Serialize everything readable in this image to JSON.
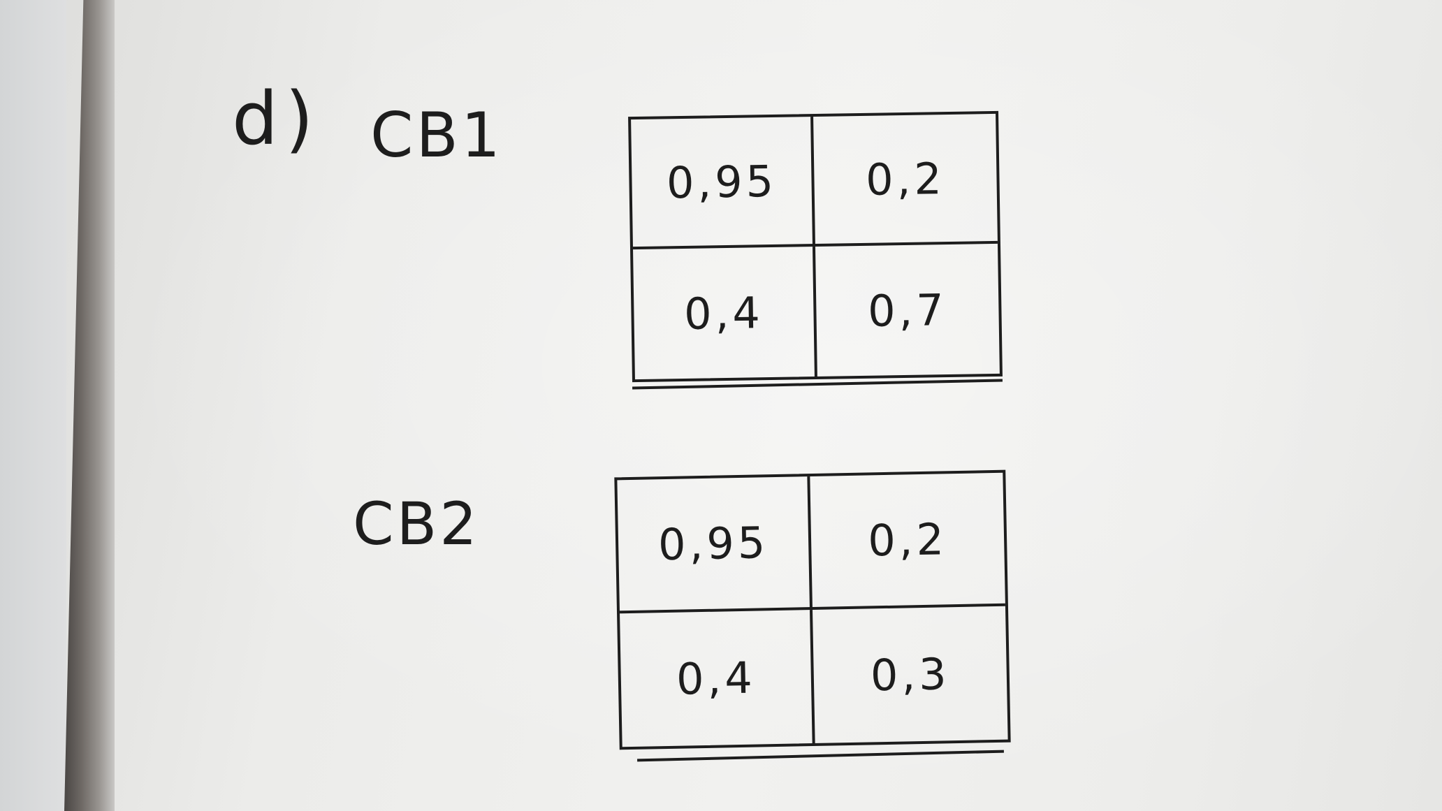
{
  "note": {
    "part_label": "d)",
    "tables": [
      {
        "label": "CB1",
        "cells": [
          [
            "0,95",
            "0,2"
          ],
          [
            "0,4",
            "0,7"
          ]
        ]
      },
      {
        "label": "CB2",
        "cells": [
          [
            "0,95",
            "0,2"
          ],
          [
            "0,4",
            "0,3"
          ]
        ]
      }
    ]
  }
}
